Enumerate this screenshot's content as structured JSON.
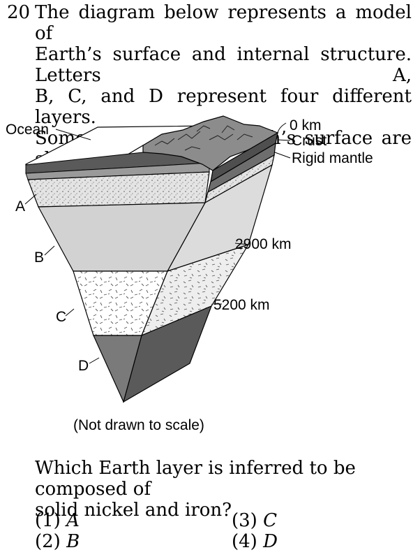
{
  "question": {
    "number": "20",
    "stem_lines": [
      "The diagram below represents a model of",
      "Earth’s surface and internal structure. Letters A,",
      "B, C, and D represent four different layers.",
      "Some depths below Earth’s surface are shown."
    ],
    "prompt_lines": [
      "Which Earth layer is inferred to be composed of",
      "solid nickel and iron?"
    ],
    "choices": [
      {
        "num": "(1)",
        "letter": "A"
      },
      {
        "num": "(2)",
        "letter": "B"
      },
      {
        "num": "(3)",
        "letter": "C"
      },
      {
        "num": "(4)",
        "letter": "D"
      }
    ]
  },
  "diagram": {
    "labels": {
      "ocean": "Ocean",
      "zero_km": "0 km",
      "crust": "Crust",
      "rigid_mantle": "Rigid mantle",
      "depth_2900": "2900 km",
      "depth_5200": "5200 km",
      "layer_a": "A",
      "layer_b": "B",
      "layer_c": "C",
      "layer_d": "D",
      "note": "(Not drawn to scale)"
    }
  }
}
